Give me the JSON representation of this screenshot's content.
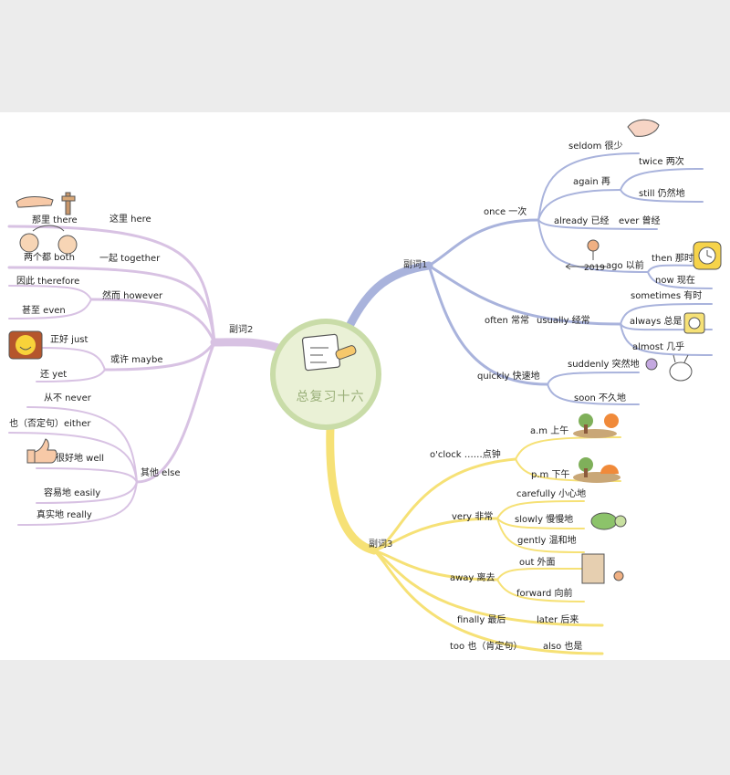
{
  "center": {
    "title": "总复习十六"
  },
  "colors": {
    "blue": "#a9b3dc",
    "purple": "#d8c2e3",
    "yellow": "#f6e176",
    "green_ring": "#c9dca8",
    "center_fill": "#eaf1d6"
  },
  "adverb1": {
    "label": "副词1",
    "once": "once 一次",
    "seldom": "seldom 很少",
    "again": "again 再",
    "twice": "twice 两次",
    "still": "still 仍然地",
    "already": "already 已经",
    "ever": "ever 曾经",
    "ago": "ago 以前",
    "year": "2019",
    "then": "then 那时",
    "now": "now 现在",
    "often": "often 常常",
    "usually": "usually 经常",
    "sometimes": "sometimes 有时",
    "always": "always 总是",
    "almost": "almost 几乎",
    "quickly": "quickly 快速地",
    "suddenly": "suddenly 突然地",
    "soon": "soon 不久地"
  },
  "adverb2": {
    "label": "副词2",
    "there": "那里 there",
    "here": "这里 here",
    "both": "两个都 both",
    "together": "一起 together",
    "therefore": "因此 therefore",
    "however": "然而 however",
    "even": "甚至 even",
    "just": "正好 just",
    "maybe": "或许 maybe",
    "yet": "还 yet",
    "never": "从不 never",
    "either": "也（否定句）either",
    "well": "很好地 well",
    "else": "其他 else",
    "easily": "容易地 easily",
    "really": "真实地 really"
  },
  "adverb3": {
    "label": "副词3",
    "oclock": "o'clock ……点钟",
    "am": "a.m 上午",
    "pm": "p.m 下午",
    "very": "very 非常",
    "carefully": "carefully 小心地",
    "slowly": "slowly 慢慢地",
    "gently": "gently 温和地",
    "away": "away 离去",
    "out": "out 外面",
    "forward": "forward 向前",
    "finally": "finally 最后",
    "later": "later 后来",
    "too": "too 也（肯定句）",
    "also": "also 也是"
  }
}
